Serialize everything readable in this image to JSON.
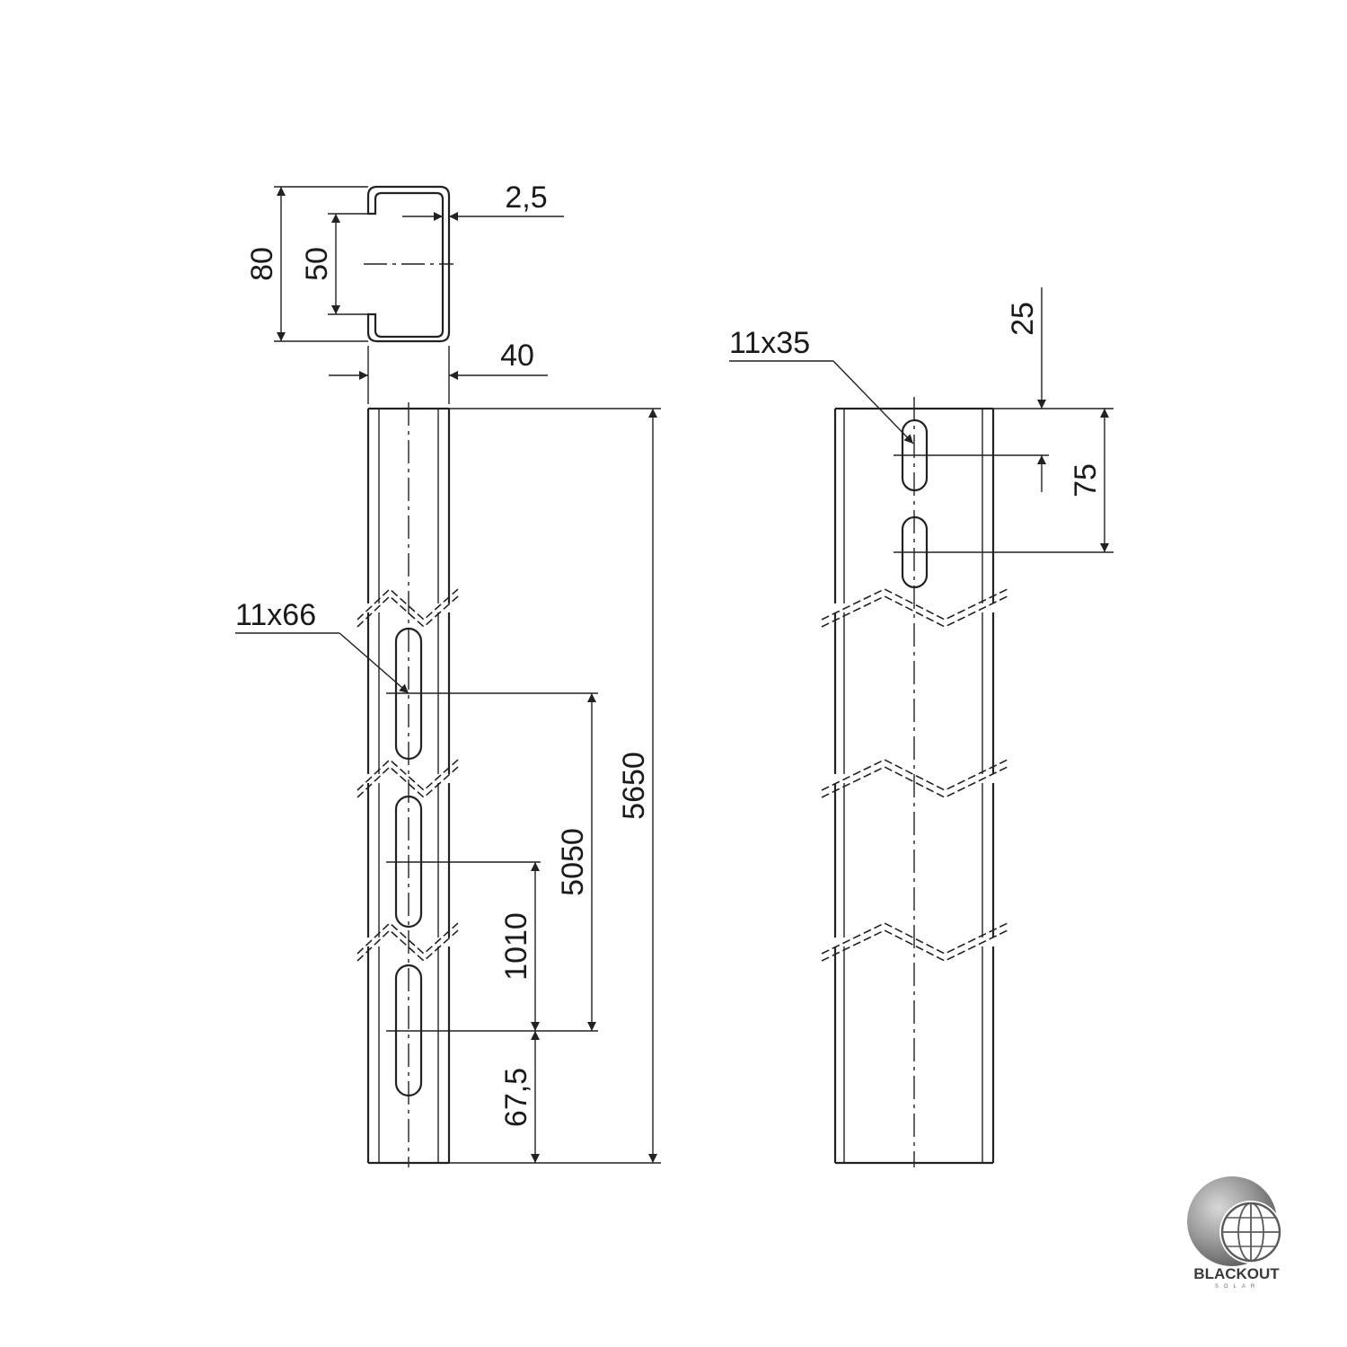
{
  "dimensions": {
    "profile_height": "80",
    "slot_opening": "50",
    "thickness": "2,5",
    "width": "40",
    "total_length": "5650",
    "span_5050": "5050",
    "pitch_1010": "1010",
    "end_offset": "67,5",
    "slot_long": "11x66",
    "slot_short": "11x35",
    "top_offset": "25",
    "slot_pitch": "75"
  },
  "logo": {
    "name": "BLACKOUT",
    "tagline": "SOLAR",
    "colors": {
      "sphere": "#8c8c8c",
      "globe": "#5a5a5a"
    }
  }
}
